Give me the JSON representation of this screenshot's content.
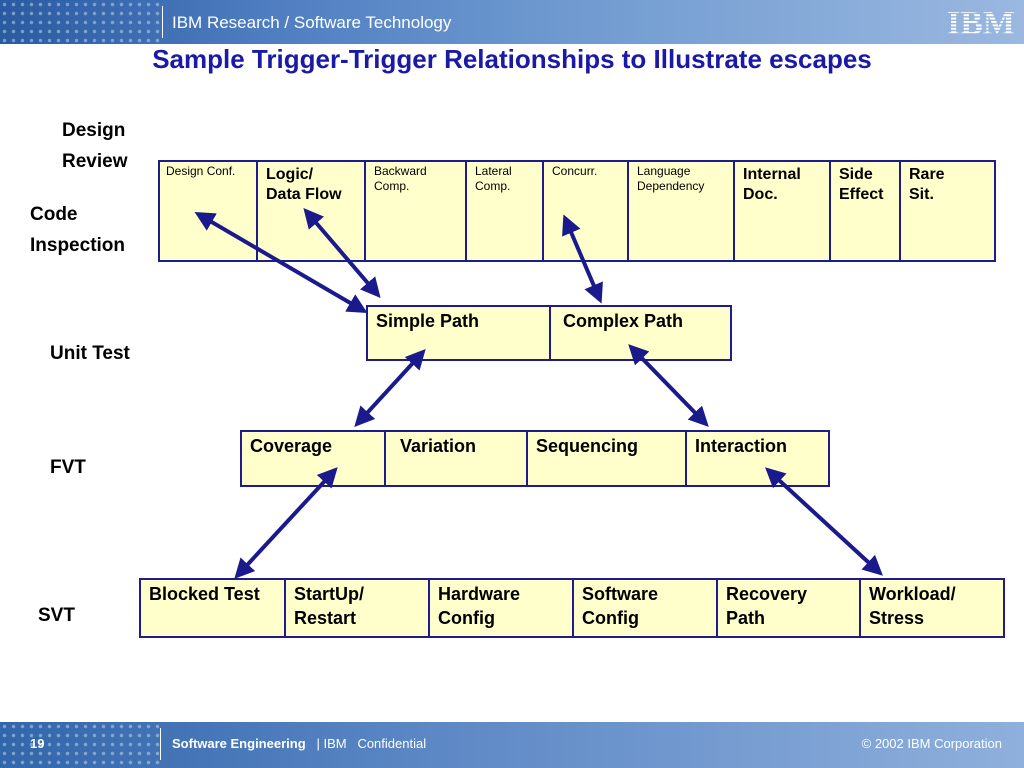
{
  "header": {
    "org": "IBM Research / Software Technology",
    "logo": "IBM"
  },
  "title": "Sample Trigger-Trigger  Relationships to Illustrate escapes",
  "stage_labels": {
    "design_review_1": "Design",
    "design_review_2": "Review",
    "code_inspection_1": "Code",
    "code_inspection_2": "Inspection",
    "unit_test": "Unit Test",
    "fvt": "FVT",
    "svt": "SVT"
  },
  "review_row": [
    {
      "l1": "Design Conf.",
      "l2": ""
    },
    {
      "l1": "Logic/",
      "l2": "Data Flow"
    },
    {
      "l1": "Backward",
      "l2": "Comp."
    },
    {
      "l1": "Lateral",
      "l2": "Comp."
    },
    {
      "l1": "Concurr.",
      "l2": ""
    },
    {
      "l1": "Language",
      "l2": "Dependency"
    },
    {
      "l1": "Internal",
      "l2": "Doc."
    },
    {
      "l1": "Side",
      "l2": "Effect"
    },
    {
      "l1": "Rare",
      "l2": "Sit."
    }
  ],
  "unit_row": [
    "Simple Path",
    "Complex Path"
  ],
  "fvt_row": [
    "Coverage",
    "Variation",
    "Sequencing",
    "Interaction"
  ],
  "svt_row": [
    {
      "l1": "Blocked Test",
      "l2": ""
    },
    {
      "l1": "StartUp/",
      "l2": "Restart"
    },
    {
      "l1": "Hardware",
      "l2": "Config"
    },
    {
      "l1": "Software",
      "l2": "Config"
    },
    {
      "l1": "Recovery",
      "l2": "Path"
    },
    {
      "l1": "Workload/",
      "l2": "Stress"
    }
  ],
  "footer": {
    "page": "19",
    "section": "Software Engineering",
    "company": "| IBM",
    "confidential": "Confidential",
    "copyright": "© 2002 IBM Corporation"
  },
  "colors": {
    "box_fill": "#ffffcc",
    "box_border": "#1c1c8c",
    "arrow": "#1a1a8c",
    "title": "#1a1aa6"
  }
}
